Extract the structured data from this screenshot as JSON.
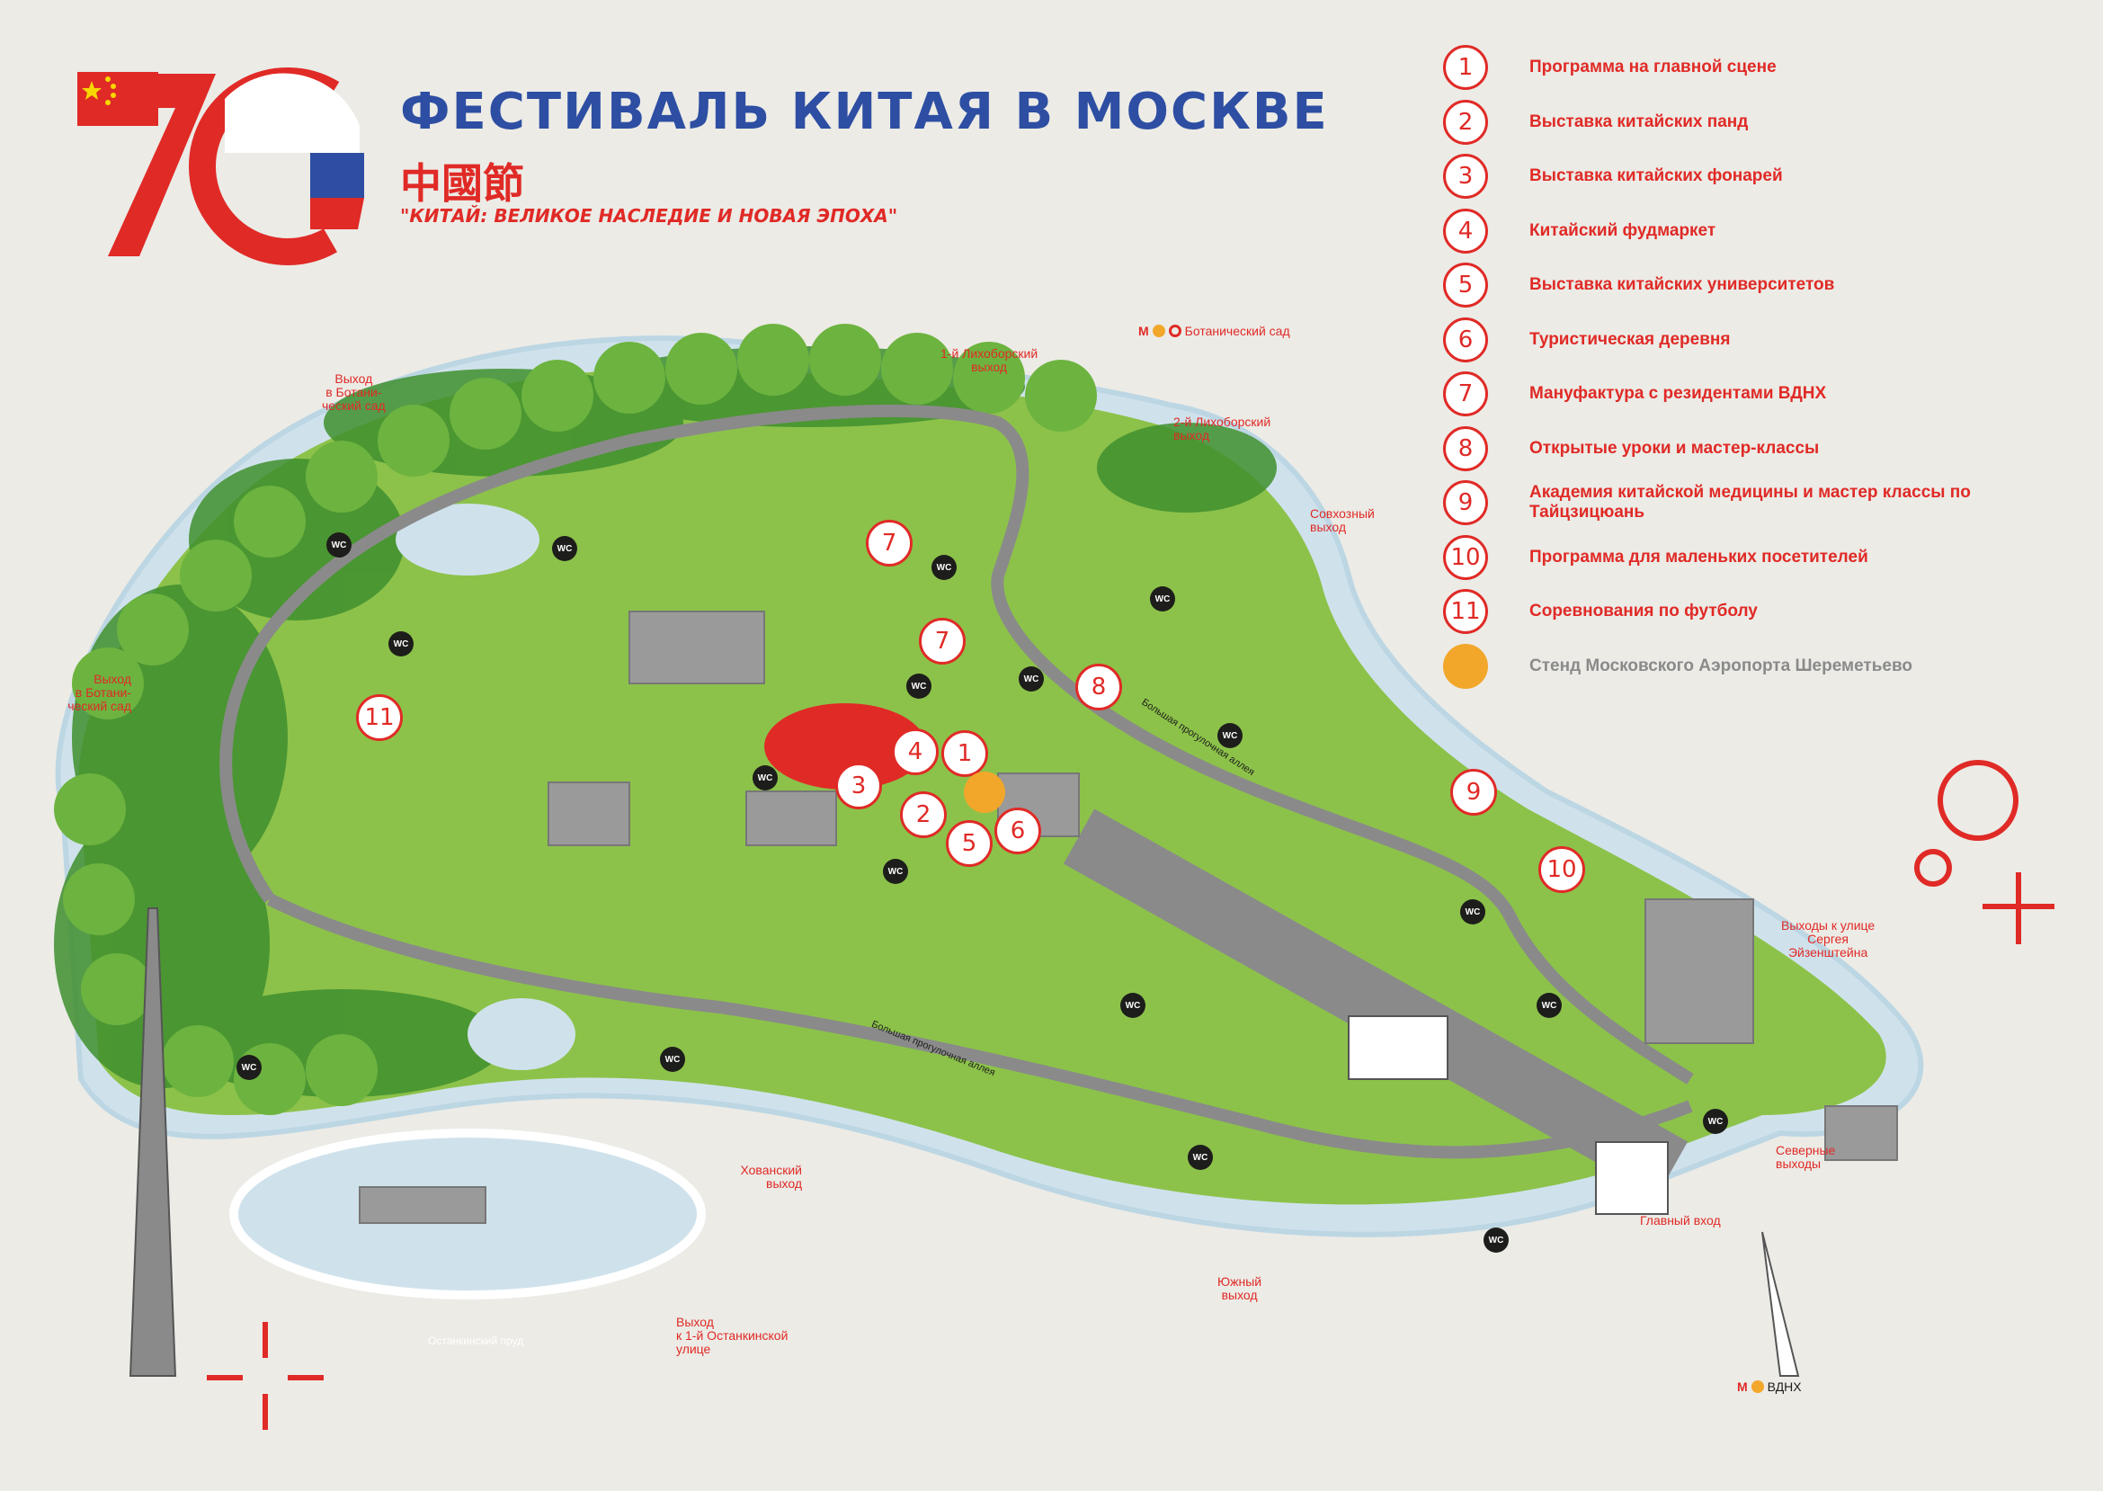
{
  "header": {
    "title": "ФЕСТИВАЛЬ КИТАЯ В МОСКВЕ",
    "chinese": "中國節",
    "subtitle": "\"КИТАЙ: ВЕЛИКОЕ НАСЛЕДИЕ И НОВАЯ ЭПОХА\"",
    "logo_number": "70"
  },
  "legend": [
    {
      "num": "1",
      "label": "Программа на главной сцене"
    },
    {
      "num": "2",
      "label": "Выставка китайских панд"
    },
    {
      "num": "3",
      "label": "Выставка китайских фонарей"
    },
    {
      "num": "4",
      "label": "Китайский фудмаркет"
    },
    {
      "num": "5",
      "label": "Выставка китайских университетов"
    },
    {
      "num": "6",
      "label": "Туристическая деревня"
    },
    {
      "num": "7",
      "label": "Мануфактура с резидентами ВДНХ"
    },
    {
      "num": "8",
      "label": "Открытые уроки и мастер-классы"
    },
    {
      "num": "9",
      "label": "Академия китайской медицины и мастер классы по Тайцзицюань"
    },
    {
      "num": "10",
      "label": "Программа для маленьких посетителей"
    },
    {
      "num": "11",
      "label": "Соревнования по футболу"
    }
  ],
  "legend_stand": "Стенд Московского Аэропорта Шереметьево",
  "map": {
    "exits": {
      "botanic_1": "Выход\nв Ботани-\nческий сад",
      "botanic_2": "Выход\nв Ботани-\nческий сад",
      "likhobor_1": "1-й Лихоборский\nвыход",
      "likhobor_2": "2-й Лихоборский\nвыход",
      "sovkhoz": "Совхозный\nвыход",
      "eisenstein": "Выходы к улице\nСергея\nЭйзенштейна",
      "north": "Северные\nвыходы",
      "main": "Главный вход",
      "south": "Южный\nвыход",
      "khovansky": "Хованский\nвыход",
      "ostankino": "Выход\nк 1-й Останкинской\nулице"
    },
    "metro_botanic": "Ботанический сад",
    "metro_vdnh": "ВДНХ",
    "lake": "Останкинский пруд",
    "alley_1": "Большая прогулочная аллея",
    "alley_2": "Большая прогулочная аллея",
    "wc": "WC"
  },
  "colors": {
    "red": "#e02a26",
    "blue": "#2d4ea2",
    "green": "#8cc24a",
    "road": "#8a8a8a",
    "background": "#ecebe6"
  }
}
